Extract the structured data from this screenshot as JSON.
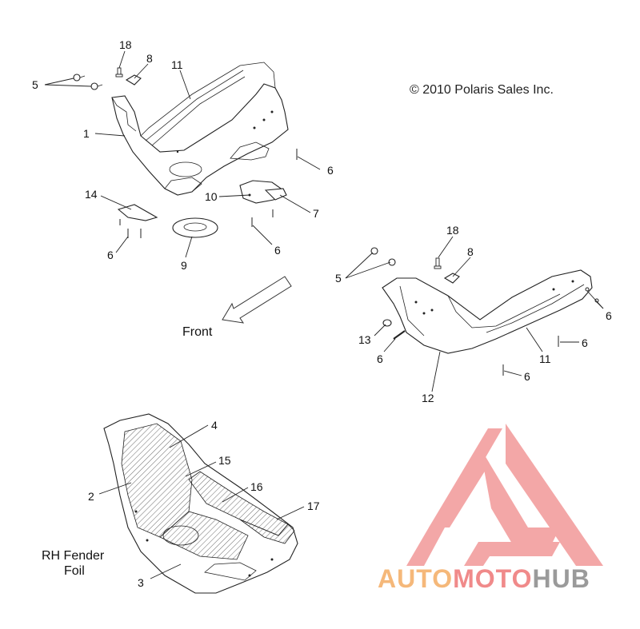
{
  "copyright": "© 2010 Polaris Sales Inc.",
  "front_label": "Front",
  "rh_label_line1": "RH Fender",
  "rh_label_line2": "Foil",
  "watermark": {
    "part1": "AUTO",
    "part2": "MOTO",
    "part3": "HUB",
    "color1": "#f5b87a",
    "color2": "#f08a8a",
    "color3": "#9a9a9a",
    "logo_color": "#f08a8a"
  },
  "callouts": {
    "c1": "1",
    "c2": "2",
    "c3": "3",
    "c4": "4",
    "c5a": "5",
    "c5b": "5",
    "c6a": "6",
    "c6b": "6",
    "c6c": "6",
    "c6d": "6",
    "c6e": "6",
    "c6f": "6",
    "c6g": "6",
    "c7": "7",
    "c8a": "8",
    "c8b": "8",
    "c9": "9",
    "c10": "10",
    "c11a": "11",
    "c11b": "11",
    "c12": "12",
    "c13": "13",
    "c14": "14",
    "c15": "15",
    "c16": "16",
    "c17": "17",
    "c18a": "18",
    "c18b": "18"
  }
}
